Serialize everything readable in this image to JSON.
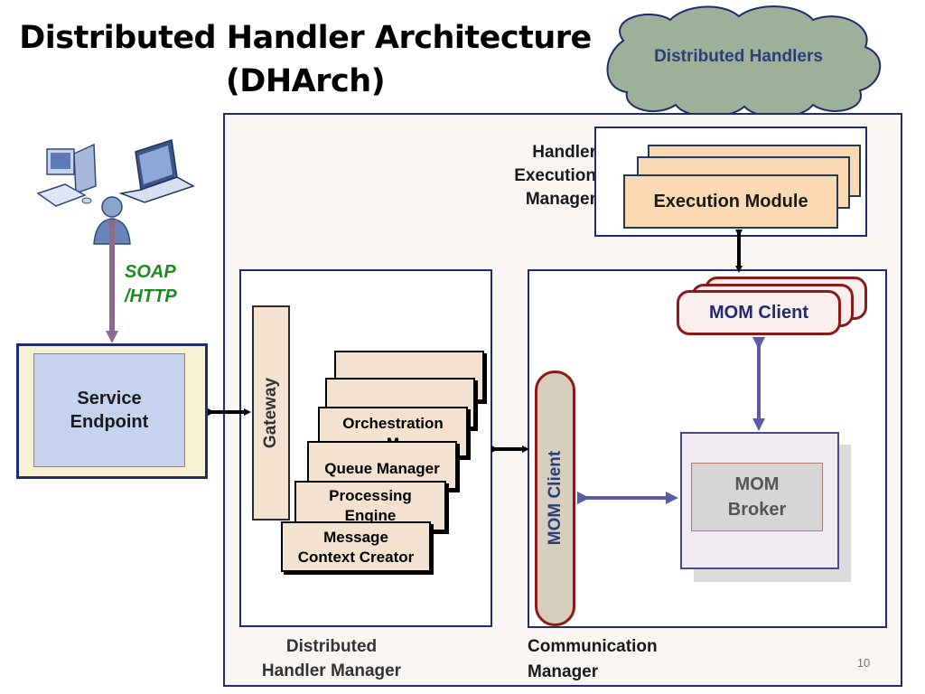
{
  "title": {
    "line1": "Distributed Handler Architecture",
    "line2": "(DHArch)"
  },
  "cloud": {
    "label": "Distributed Handlers",
    "fill": "#9fb09a"
  },
  "client": {
    "protocol_line1": "SOAP",
    "protocol_line2": "/HTTP",
    "protocol_color": "#1f8a1f"
  },
  "service_endpoint": {
    "line1": "Service",
    "line2": "Endpoint"
  },
  "handler_execution_manager": {
    "label_line1": "Handler",
    "label_line2": "Execution",
    "label_line3": "Manager",
    "execution_module": "Execution Module"
  },
  "distributed_handler_manager": {
    "label_line1": "Distributed",
    "label_line2": "Handler Manager",
    "gateway": "Gateway",
    "modules": {
      "orchestration_line1": "Orchestration",
      "orchestration_line2": "M",
      "queue_manager": "Queue Manager",
      "processing_line1": "Processing",
      "processing_line2": "Engine",
      "message_line1": "Message",
      "message_line2": "Context Creator"
    }
  },
  "communication_manager": {
    "label_line1": "Communication",
    "label_line2": "Manager",
    "mom_client_vertical": "MOM Client",
    "mom_client_top": "MOM Client",
    "mom_broker_line1": "MOM",
    "mom_broker_line2": "Broker"
  },
  "page_number": "10",
  "colors": {
    "navy": "#1f2d6e",
    "arrow_purple": "#5a5aa8",
    "arrow_mauve": "#8e6a8e",
    "maroon": "#8b1a1a"
  }
}
